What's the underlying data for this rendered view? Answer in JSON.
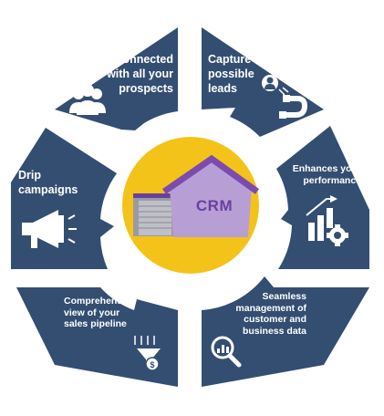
{
  "center": {
    "label": "CRM",
    "circle_color": "#f4c31a",
    "house_color": "#b79fd6",
    "roof_color": "#7b4bb0"
  },
  "colors": {
    "segment": "#344e72",
    "text": "#ffffff"
  },
  "segments": [
    {
      "id": "prospects",
      "label_lines": [
        "Connected",
        "with all your",
        "prospects"
      ],
      "icon": "people-group-icon"
    },
    {
      "id": "leads",
      "label_lines": [
        "Capture all",
        "possible",
        "leads"
      ],
      "icon": "magnet-user-icon"
    },
    {
      "id": "performance",
      "label_lines": [
        "Enhances your",
        "performance"
      ],
      "icon": "chart-gear-icon"
    },
    {
      "id": "data",
      "label_lines": [
        "Seamless",
        "management of",
        "customer and",
        "business data"
      ],
      "icon": "magnifier-chart-icon"
    },
    {
      "id": "pipeline",
      "label_lines": [
        "Comprehensive",
        "view of your",
        "sales pipeline"
      ],
      "icon": "funnel-dollar-icon"
    },
    {
      "id": "drip",
      "label_lines": [
        "Drip",
        "campaigns"
      ],
      "icon": "megaphone-icon"
    }
  ]
}
